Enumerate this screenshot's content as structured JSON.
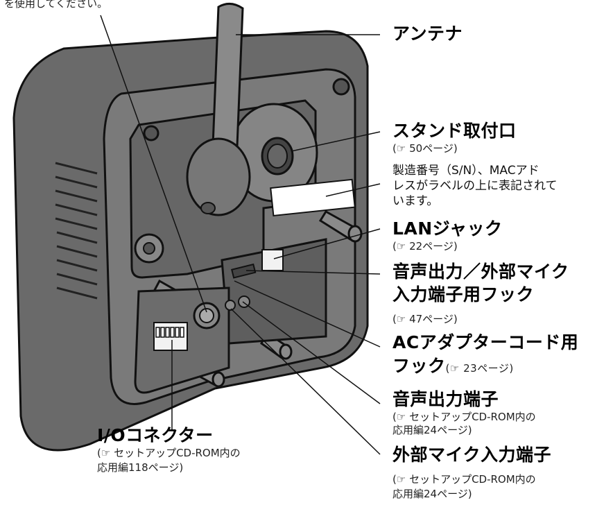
{
  "top_note": "を使用してください。",
  "labels": {
    "antenna": {
      "title": "アンテナ"
    },
    "stand": {
      "title": "スタンド取付口",
      "ref": "(☞ 50ページ)",
      "desc_line1": "製造番号（S/N）、MACアド",
      "desc_line2": "レスがラベルの上に表記されて",
      "desc_line3": "います。"
    },
    "lan": {
      "title": "LANジャック",
      "ref": "(☞ 22ページ)"
    },
    "hook": {
      "title_line1": "音声出力／外部マイク",
      "title_line2": "入力端子用フック",
      "ref": "(☞ 47ページ)"
    },
    "ac_hook": {
      "title_line1": "ACアダプターコード用",
      "title_line2": "フック",
      "ref": "(☞ 23ページ)"
    },
    "audio_out": {
      "title": "音声出力端子",
      "ref_line1": "(☞ セットアップCD-ROM内の",
      "ref_line2": "応用編24ページ)"
    },
    "io": {
      "title": "I/Oコネクター",
      "ref_line1": "(☞ セットアップCD-ROM内の",
      "ref_line2": "応用編118ページ)"
    },
    "mic": {
      "title": "外部マイク入力端子",
      "ref_line1": "(☞ セットアップCD-ROM内の",
      "ref_line2": "応用編24ページ)"
    }
  }
}
